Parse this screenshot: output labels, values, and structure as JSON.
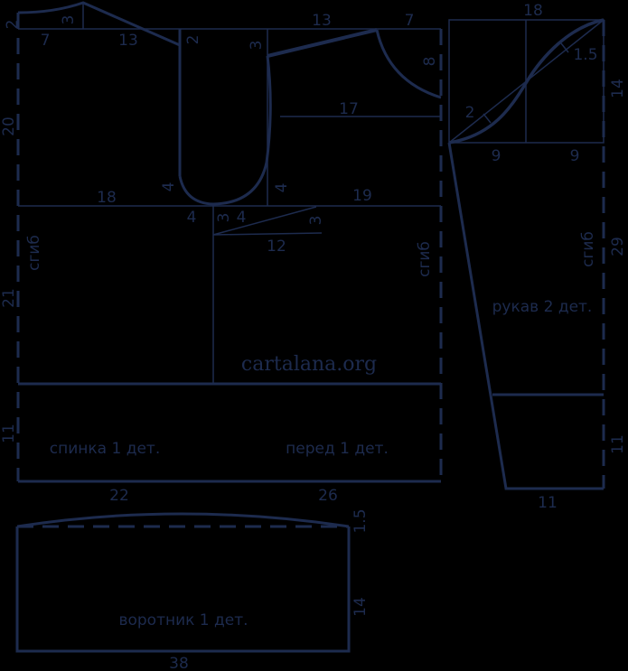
{
  "colors": {
    "background": "#000000",
    "paper": "#ffffff",
    "ink": "#1d2b4e"
  },
  "watermark": "cartalana.org",
  "pieces": {
    "back_label": "спинка 1 дет.",
    "front_label": "перед 1 дет.",
    "sleeve_label": "рукав 2 дет.",
    "collar_label": "воротник 1 дет.",
    "fold_label": "сгиб"
  },
  "dims": {
    "back_shoulder_drop": "2",
    "back_neck_width": "7",
    "back_neck_rise": "3",
    "back_shoulder_len": "13",
    "back_armhole_top": "2",
    "front_armhole_top": "3",
    "front_shoulder_len": "13",
    "front_neck_width": "7",
    "front_neck_depth": "8",
    "front_chest_level": "17",
    "armhole_depth": "20",
    "back_width": "18",
    "front_width": "19",
    "armhole_curve_back": "4",
    "armhole_curve_front": "4",
    "armhole_shift": "4",
    "dart_a": "3",
    "dart_b": "4",
    "dart_c": "3",
    "dart_length": "12",
    "body_length": "21",
    "hem_band": "11",
    "back_hem": "22",
    "front_hem": "26",
    "sleeve_cap_width": "18",
    "sleeve_cap_height": "14",
    "sleeve_cap_offset_top": "1.5",
    "sleeve_cap_offset_bottom": "2",
    "sleeve_half_left": "9",
    "sleeve_half_right": "9",
    "sleeve_length": "29",
    "sleeve_cuff": "11",
    "sleeve_cuff_width": "11",
    "collar_rise": "1.5",
    "collar_height": "14",
    "collar_length": "38"
  }
}
